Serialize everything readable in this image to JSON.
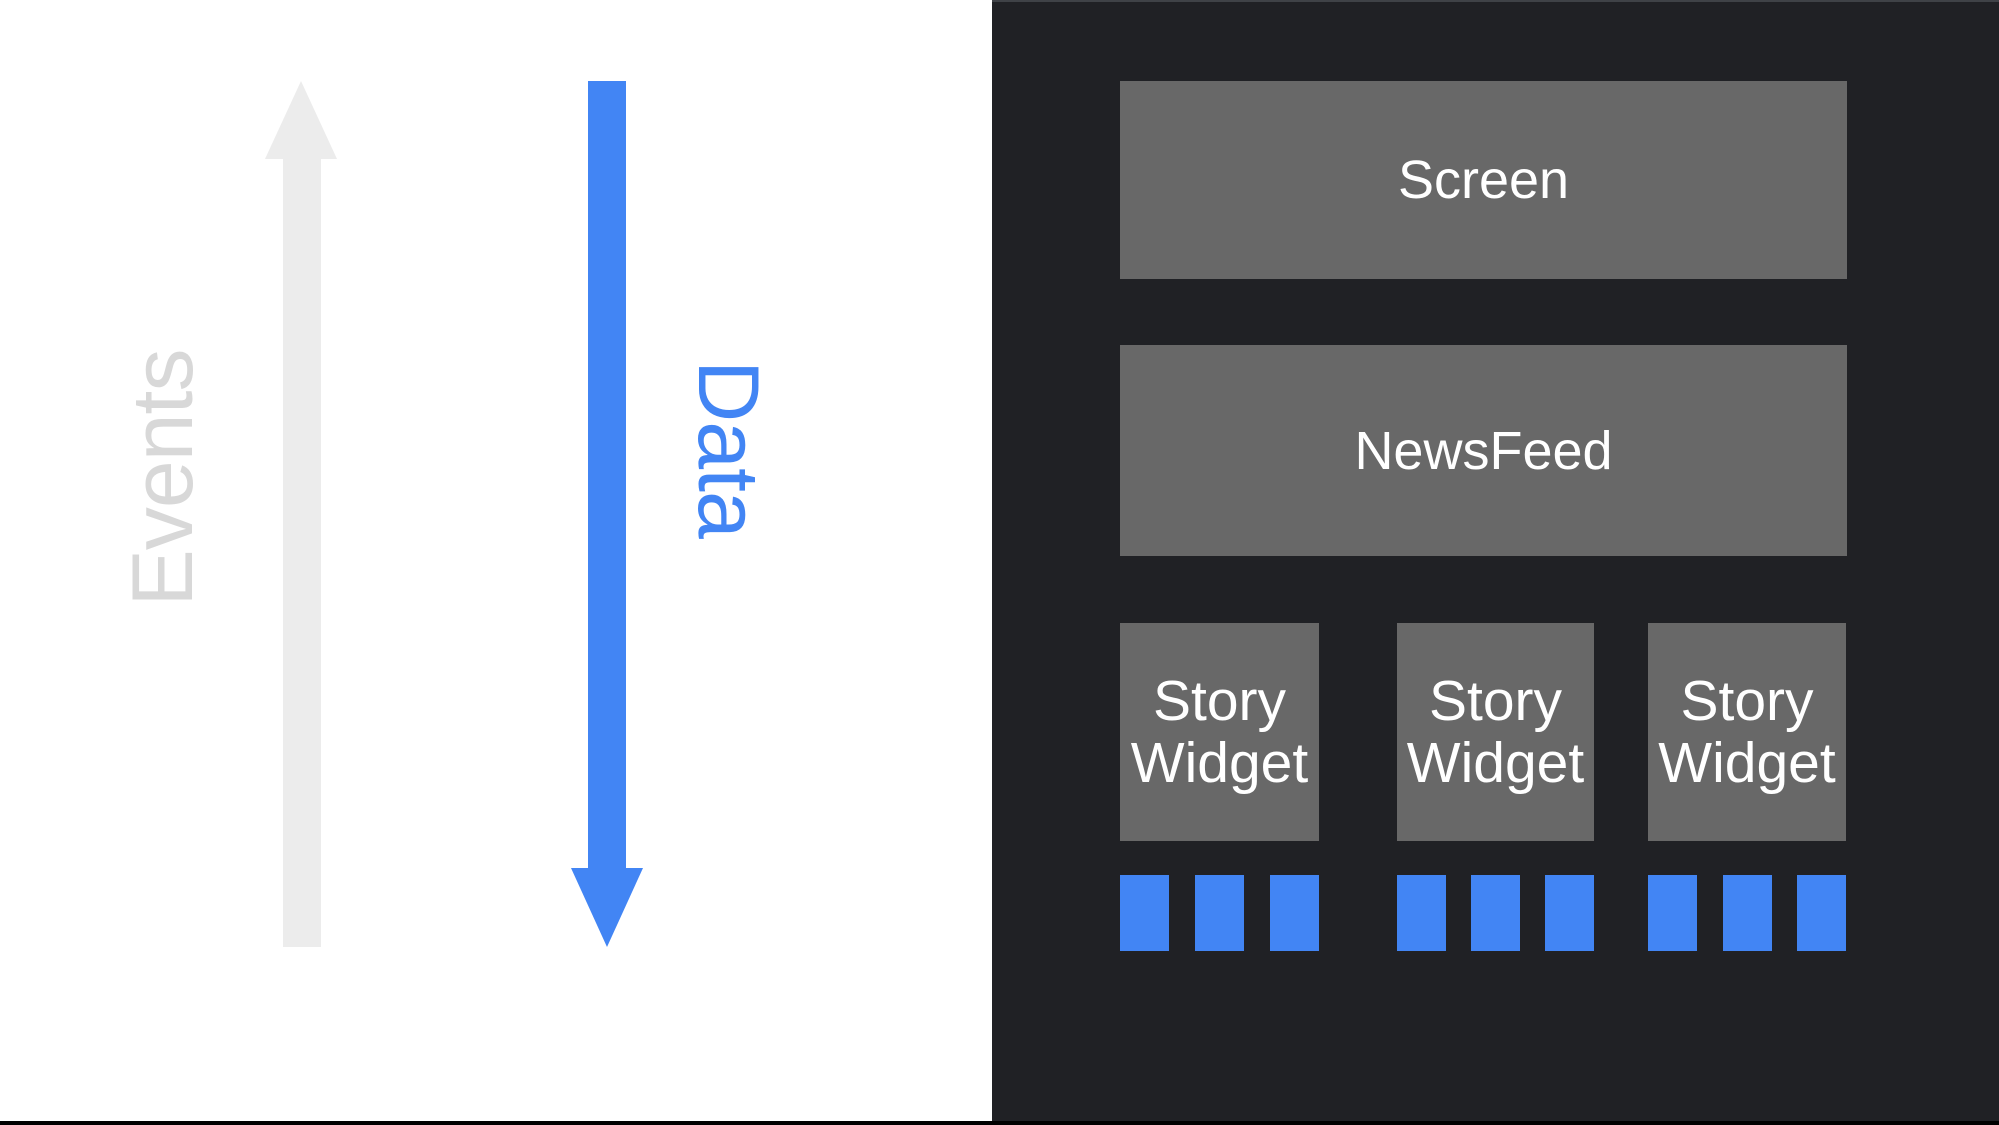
{
  "diagram": {
    "title_semantics": "data-flows-down-events-flow-up",
    "left": {
      "background": "#ffffff",
      "events": {
        "label": "Events",
        "direction": "up",
        "text_color": "#d8d8d8",
        "arrow_color": "#ececec"
      },
      "data": {
        "label": "Data",
        "direction": "down",
        "text_color": "#4285f4",
        "arrow_color": "#4285f4"
      }
    },
    "right": {
      "background": "#202125",
      "node_background": "#686868",
      "node_text_color": "#ffffff",
      "accent_blue": "#4285f4",
      "screen": {
        "label": "Screen"
      },
      "newsfeed": {
        "label": "NewsFeed"
      },
      "stories": [
        {
          "label": "Story\nWidget",
          "data_square_count": 3
        },
        {
          "label": "Story\nWidget",
          "data_square_count": 3
        },
        {
          "label": "Story\nWidget",
          "data_square_count": 3
        }
      ]
    }
  }
}
